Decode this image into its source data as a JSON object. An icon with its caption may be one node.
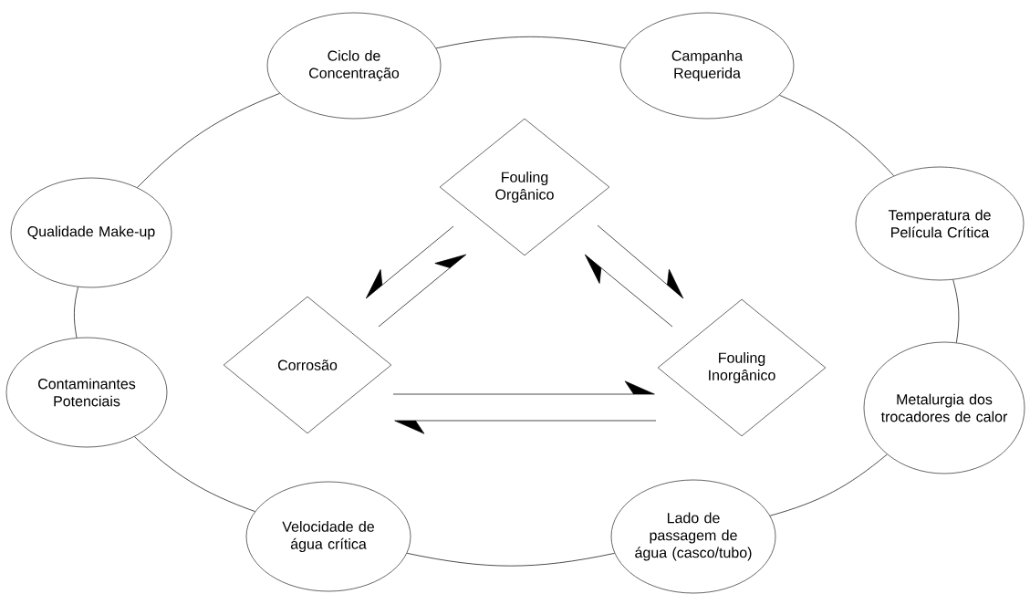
{
  "diagram": {
    "nodes": [
      {
        "text": [
          "Ciclo de Concentração"
        ]
      },
      {
        "text": [
          "Campanha Requerida"
        ]
      },
      {
        "text": [
          "Temperatura de Película Crítica"
        ]
      },
      {
        "text": [
          "Metalurgia dos trocadores de calor"
        ]
      },
      {
        "text": [
          "Lado de passagem de água (casco/tubo)"
        ]
      },
      {
        "text": [
          "Velocidade de água crítica"
        ]
      },
      {
        "text": [
          "Contaminantes Potenciais"
        ]
      },
      {
        "text": [
          "Qualidade Make-up"
        ]
      },
      {
        "text": [
          "Fouling Orgânico"
        ]
      },
      {
        "text": [
          "Corrosão"
        ]
      },
      {
        "text": [
          "Fouling Inorgânico"
        ]
      }
    ],
    "edges": [
      {
        "from": 0,
        "to": 1,
        "arrow": "none"
      },
      {
        "from": 1,
        "to": 2,
        "arrow": "none"
      },
      {
        "from": 2,
        "to": 3,
        "arrow": "none"
      },
      {
        "from": 3,
        "to": 4,
        "arrow": "none"
      },
      {
        "from": 4,
        "to": 5,
        "arrow": "none"
      },
      {
        "from": 5,
        "to": 6,
        "arrow": "none"
      },
      {
        "from": 6,
        "to": 7,
        "arrow": "none"
      },
      {
        "from": 7,
        "to": 0,
        "arrow": "none"
      },
      {
        "from": 8,
        "to": 9,
        "arrow": "to"
      },
      {
        "from": 9,
        "to": 8,
        "arrow": "to"
      },
      {
        "from": 8,
        "to": 10,
        "arrow": "to"
      },
      {
        "from": 10,
        "to": 8,
        "arrow": "to"
      },
      {
        "from": 9,
        "to": 10,
        "arrow": "to"
      },
      {
        "from": 10,
        "to": 9,
        "arrow": "to"
      }
    ]
  }
}
